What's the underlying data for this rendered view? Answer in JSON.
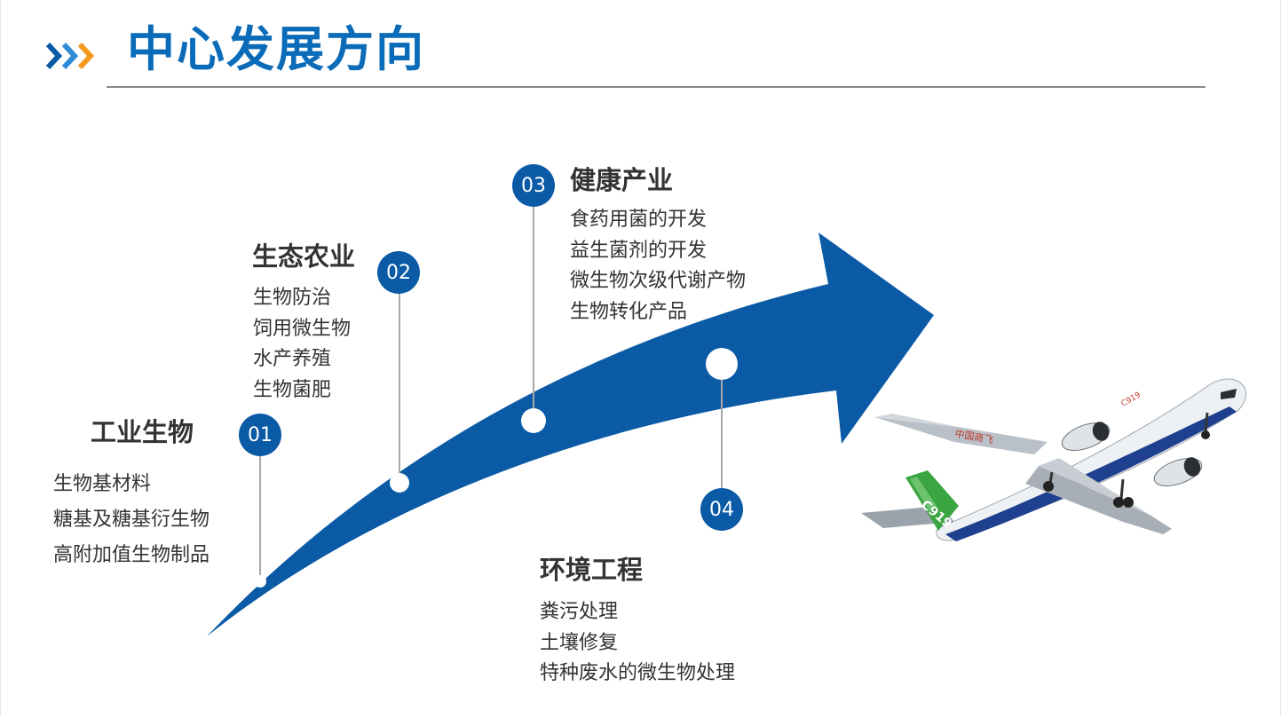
{
  "header": {
    "title": "中心发展方向",
    "chevron_icon": "triple-chevron-right-icon",
    "chevron_colors": [
      "#0a5aa6",
      "#2e8bd6",
      "#f39a1e"
    ]
  },
  "colors": {
    "accent": "#0a5aa6",
    "title": "#0a6bb8",
    "text": "#333333"
  },
  "sections": [
    {
      "number": "01",
      "title": "工业生物",
      "items": [
        "生物基材料",
        "糖基及糖基衍生物",
        "高附加值生物制品"
      ]
    },
    {
      "number": "02",
      "title": "生态农业",
      "items": [
        "生物防治",
        "饲用微生物",
        "水产养殖",
        "生物菌肥"
      ]
    },
    {
      "number": "03",
      "title": "健康产业",
      "items": [
        "食药用菌的开发",
        "益生菌剂的开发",
        "微生物次级代谢产物",
        "生物转化产品"
      ]
    },
    {
      "number": "04",
      "title": "环境工程",
      "items": [
        "粪污处理",
        "土壤修复",
        "特种废水的微生物处理"
      ]
    }
  ],
  "decor": {
    "arrow_icon": "curved-growth-arrow-icon",
    "airplane_icon": "airplane-icon",
    "airplane_marking": "C919",
    "airplane_livery": "中国商飞"
  }
}
